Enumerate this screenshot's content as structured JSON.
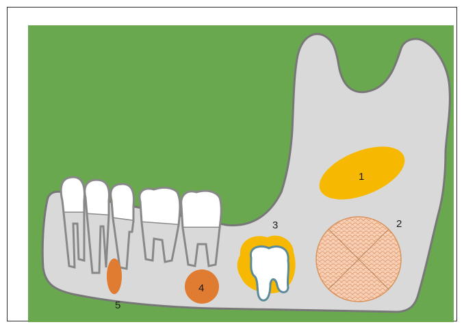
{
  "diagram": {
    "colors": {
      "background": "#6aa84f",
      "bone": "#d9d9d9",
      "outline": "#777777",
      "tooth": "#ffffff",
      "lesion_yellow": "#f6b800",
      "lesion_orange": "#e07b32",
      "crosshatch": "#f5c3a4",
      "crown_outline": "#5b8a9a"
    },
    "labels": [
      "1",
      "2",
      "3",
      "4",
      "5"
    ]
  }
}
